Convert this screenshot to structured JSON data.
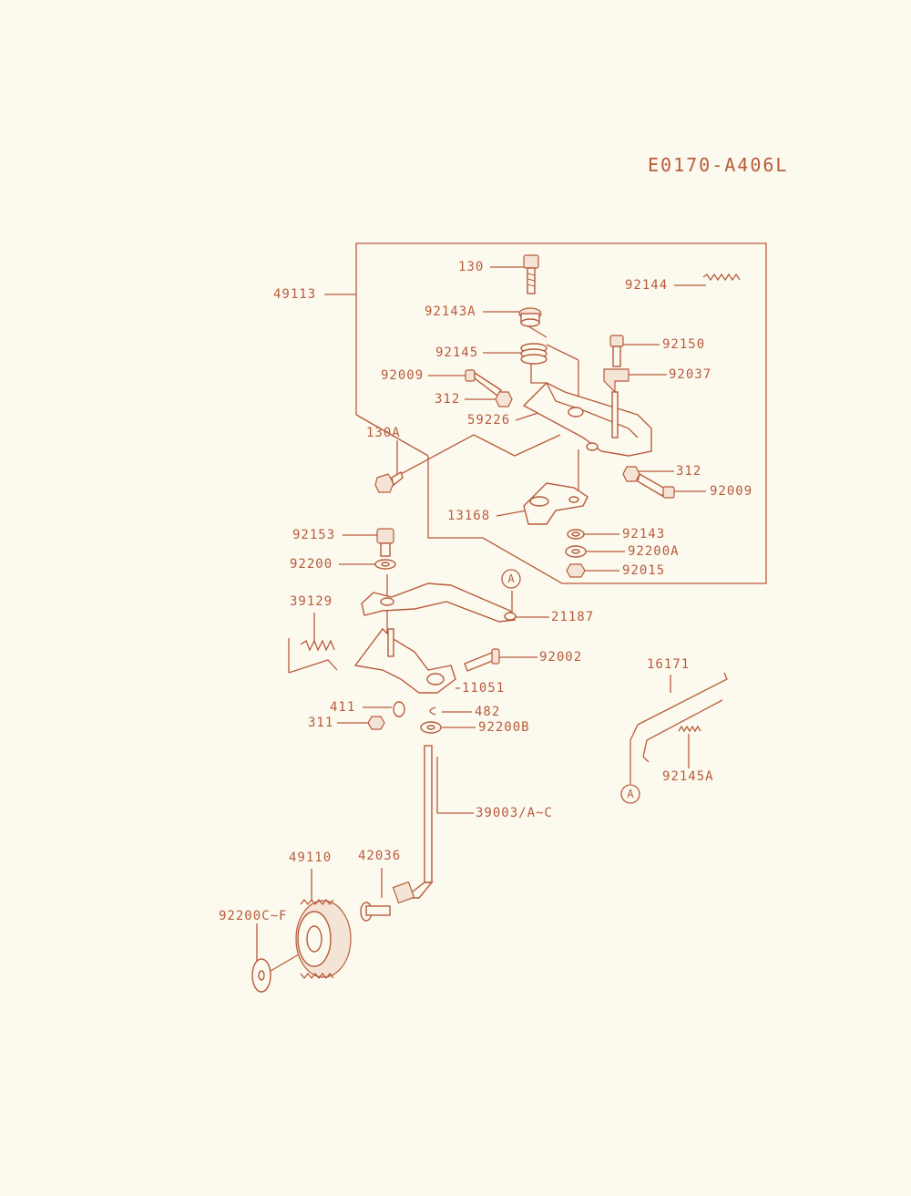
{
  "diagram_code": "E0170-A406L",
  "ref_marker": "A",
  "labels": {
    "p49113": "49113",
    "p130": "130",
    "p92144": "92144",
    "p92143A": "92143A",
    "p92145": "92145",
    "p92150": "92150",
    "p92009_a": "92009",
    "p92037": "92037",
    "p312_a": "312",
    "p59226": "59226",
    "p130A": "130A",
    "p312_b": "312",
    "p92009_b": "92009",
    "p13168": "13168",
    "p92153": "92153",
    "p92143": "92143",
    "p92200A": "92200A",
    "p92200": "92200",
    "p92015": "92015",
    "p39129": "39129",
    "p21187": "21187",
    "p92002": "92002",
    "p16171": "16171",
    "p11051": "11051",
    "p411": "411",
    "p482": "482",
    "p311": "311",
    "p92200B": "92200B",
    "p92145A": "92145A",
    "p39003": "39003/A~C",
    "p49110": "49110",
    "p42036": "42036",
    "p92200C": "92200C~F"
  },
  "colors": {
    "ink": "#b85a3c",
    "paper": "#fcfaee"
  }
}
